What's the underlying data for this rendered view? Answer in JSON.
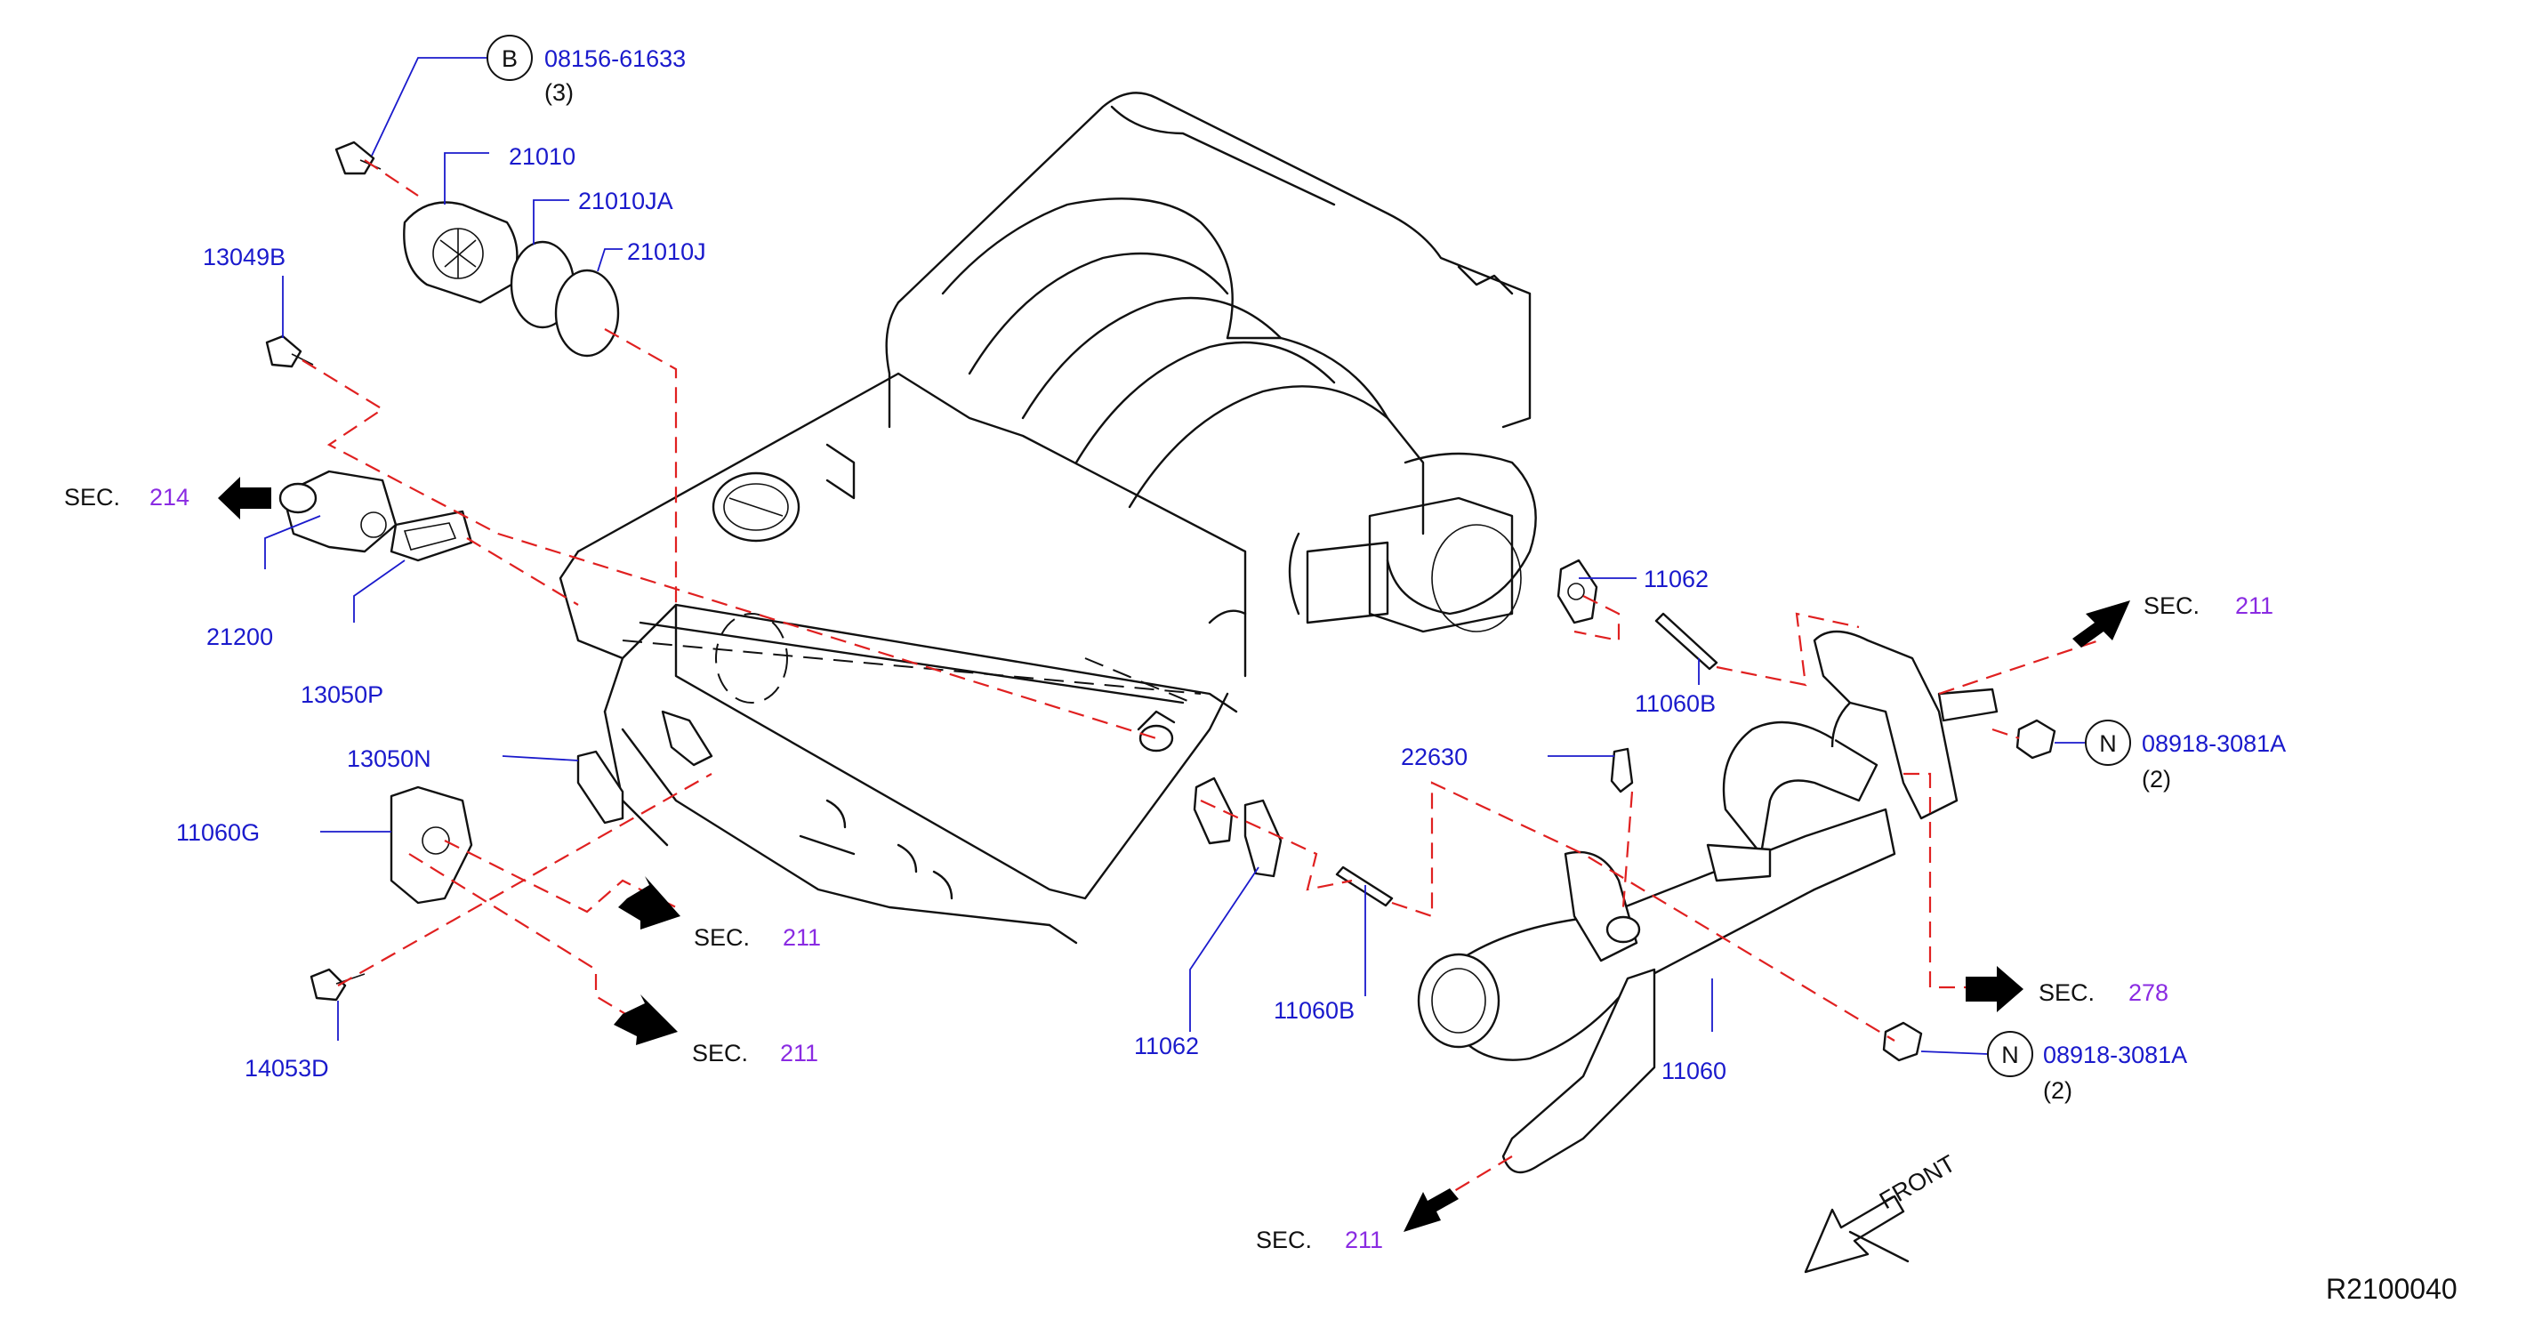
{
  "diagram_id": "R2100040",
  "front_label": "FRONT",
  "sec_prefix": "SEC.",
  "parts": {
    "p08156": "08156-61633",
    "p08156_qty": "(3)",
    "p08156_badge": "B",
    "p21010": "21010",
    "p21010JA": "21010JA",
    "p21010J": "21010J",
    "p13049B": "13049B",
    "p21200": "21200",
    "p13050P": "13050P",
    "p13050N": "13050N",
    "p11060G": "11060G",
    "p14053D": "14053D",
    "p11062_top": "11062",
    "p11060B_top": "11060B",
    "p22630": "22630",
    "p11062_low": "11062",
    "p11060B_low": "11060B",
    "p11060": "11060",
    "p08918_top": "08918-3081A",
    "p08918_top_qty": "(2)",
    "p08918_top_badge": "N",
    "p08918_low": "08918-3081A",
    "p08918_low_qty": "(2)",
    "p08918_low_badge": "N"
  },
  "sections": {
    "s214": "214",
    "s211_top_right": "211",
    "s211_mid_left": "211",
    "s211_low_left": "211",
    "s278": "278",
    "s211_bottom": "211"
  },
  "colors": {
    "part_number": "#1a1acc",
    "section_number": "#8a2be2",
    "dash_line": "#e02020"
  }
}
